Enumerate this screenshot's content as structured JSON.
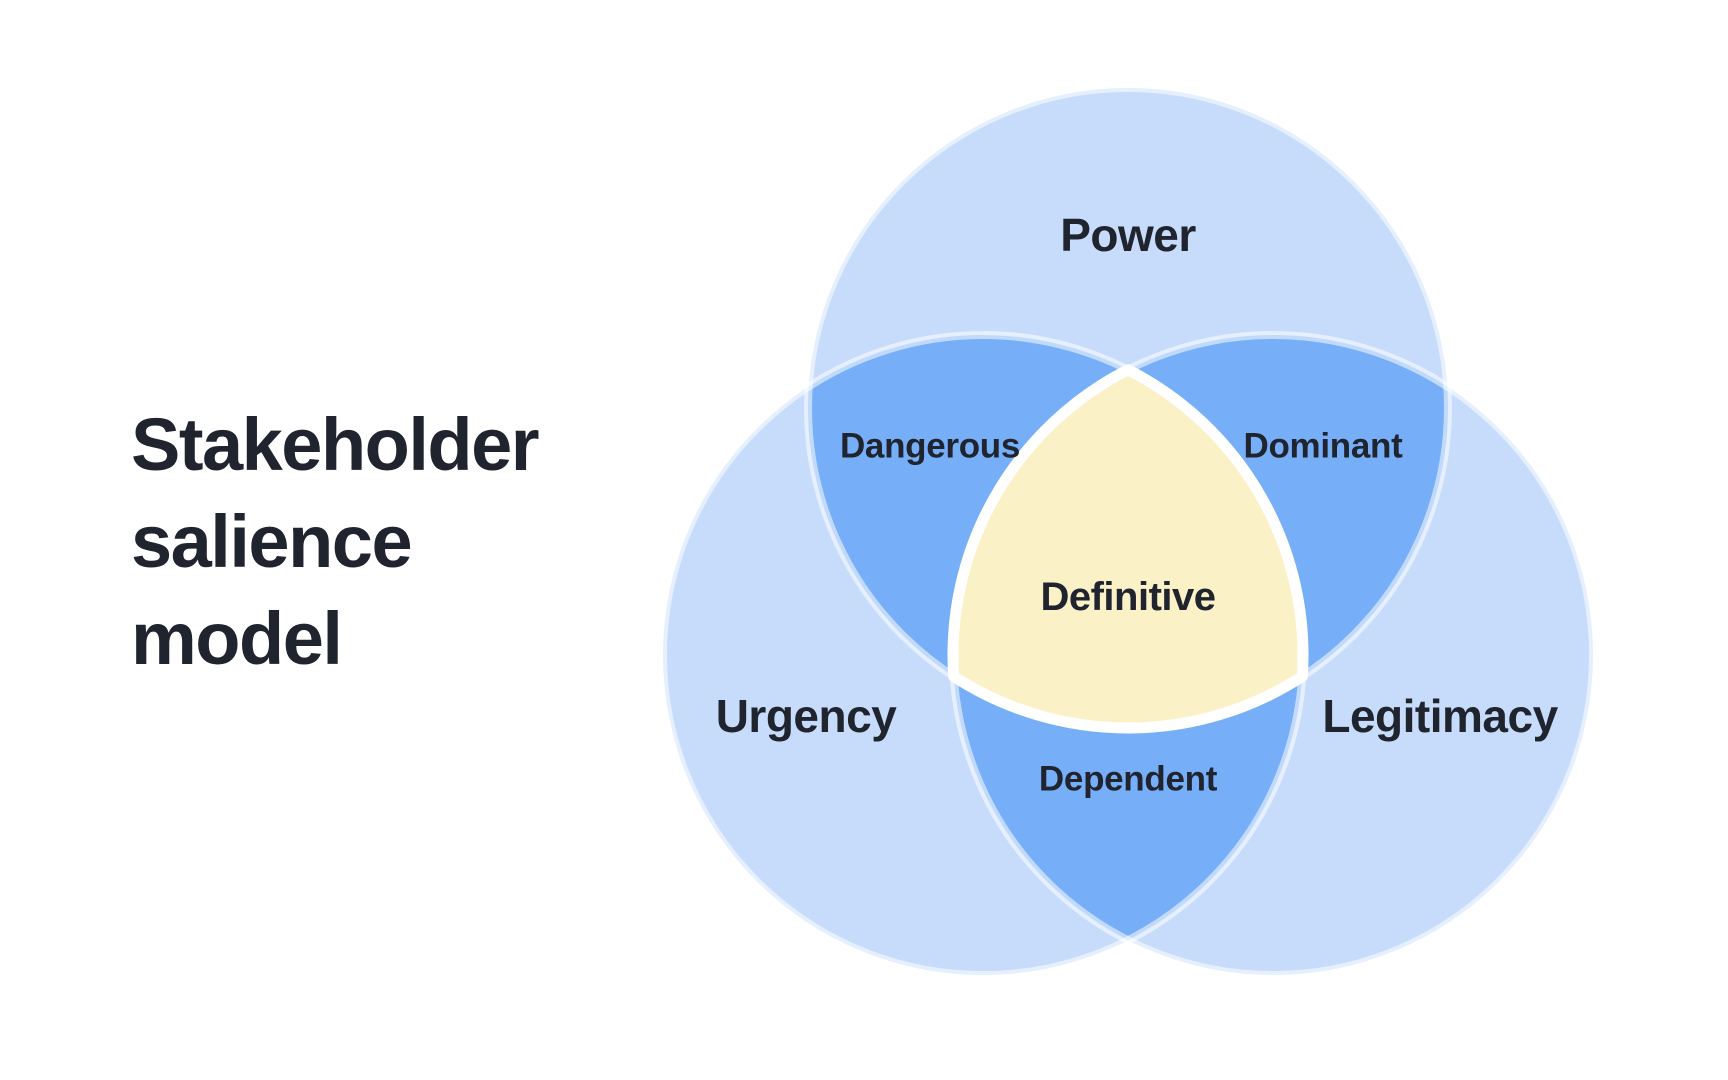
{
  "title": {
    "lines": [
      "Stakeholder",
      "salience",
      "model"
    ]
  },
  "diagram": {
    "colors": {
      "circle_fill": "#C6DCFA",
      "overlap_fill": "#77AEF8",
      "center_fill": "#FAF1C7",
      "stroke": "#FFFFFF",
      "text": "#20242E"
    },
    "circles": [
      {
        "label": "Power"
      },
      {
        "label": "Urgency"
      },
      {
        "label": "Legitimacy"
      }
    ],
    "overlaps": [
      {
        "label": "Dangerous"
      },
      {
        "label": "Dominant"
      },
      {
        "label": "Dependent"
      }
    ],
    "center": {
      "label": "Definitive"
    }
  }
}
